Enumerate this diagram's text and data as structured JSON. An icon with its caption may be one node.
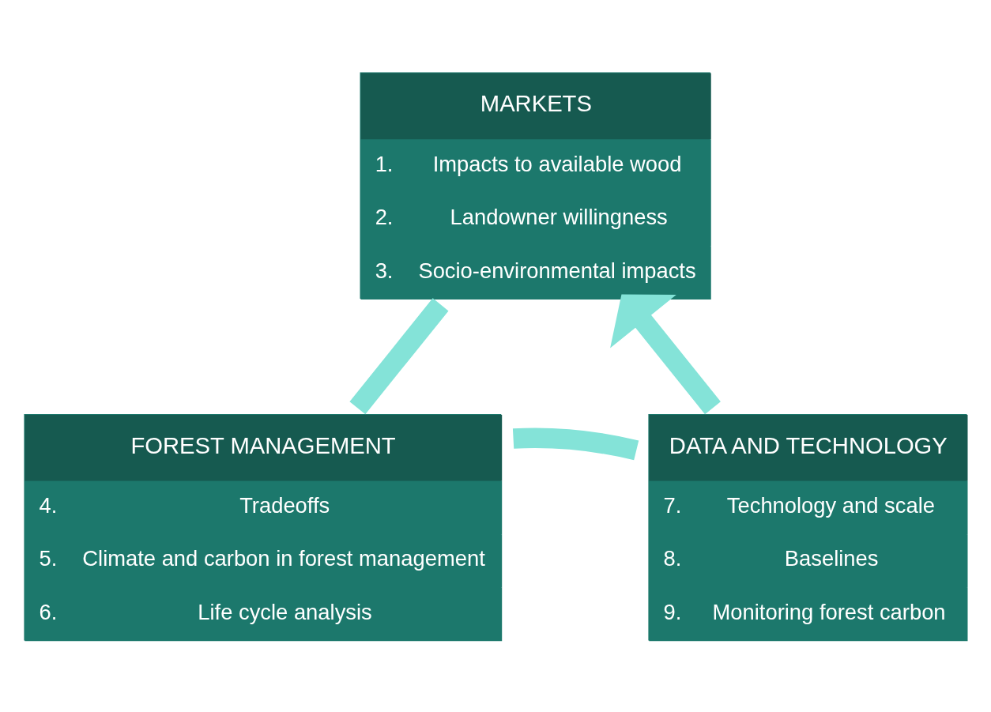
{
  "diagram": {
    "nodes": [
      {
        "text": [
          "MARKETS",
          "1.\tImpacts to available wood",
          "2.\tLandowner willingness",
          "3.\tSocio-environmental impacts"
        ]
      },
      {
        "text": [
          "DATA AND TECHNOLOGY",
          "7.\tTechnology and scale",
          "8.\tBaselines",
          "9.\tMonitoring forest carbon"
        ]
      },
      {
        "text": [
          "FOREST MANAGEMENT",
          "4.\tTradeoffs",
          "5.\tClimate and carbon in forest management",
          "6.\tLife cycle analysis"
        ]
      }
    ],
    "edges": [
      {
        "from": 0,
        "to": 2,
        "arrow": "none"
      },
      {
        "from": 2,
        "to": 1,
        "arrow": "none"
      },
      {
        "from": 1,
        "to": 0,
        "arrow": "to"
      }
    ]
  }
}
